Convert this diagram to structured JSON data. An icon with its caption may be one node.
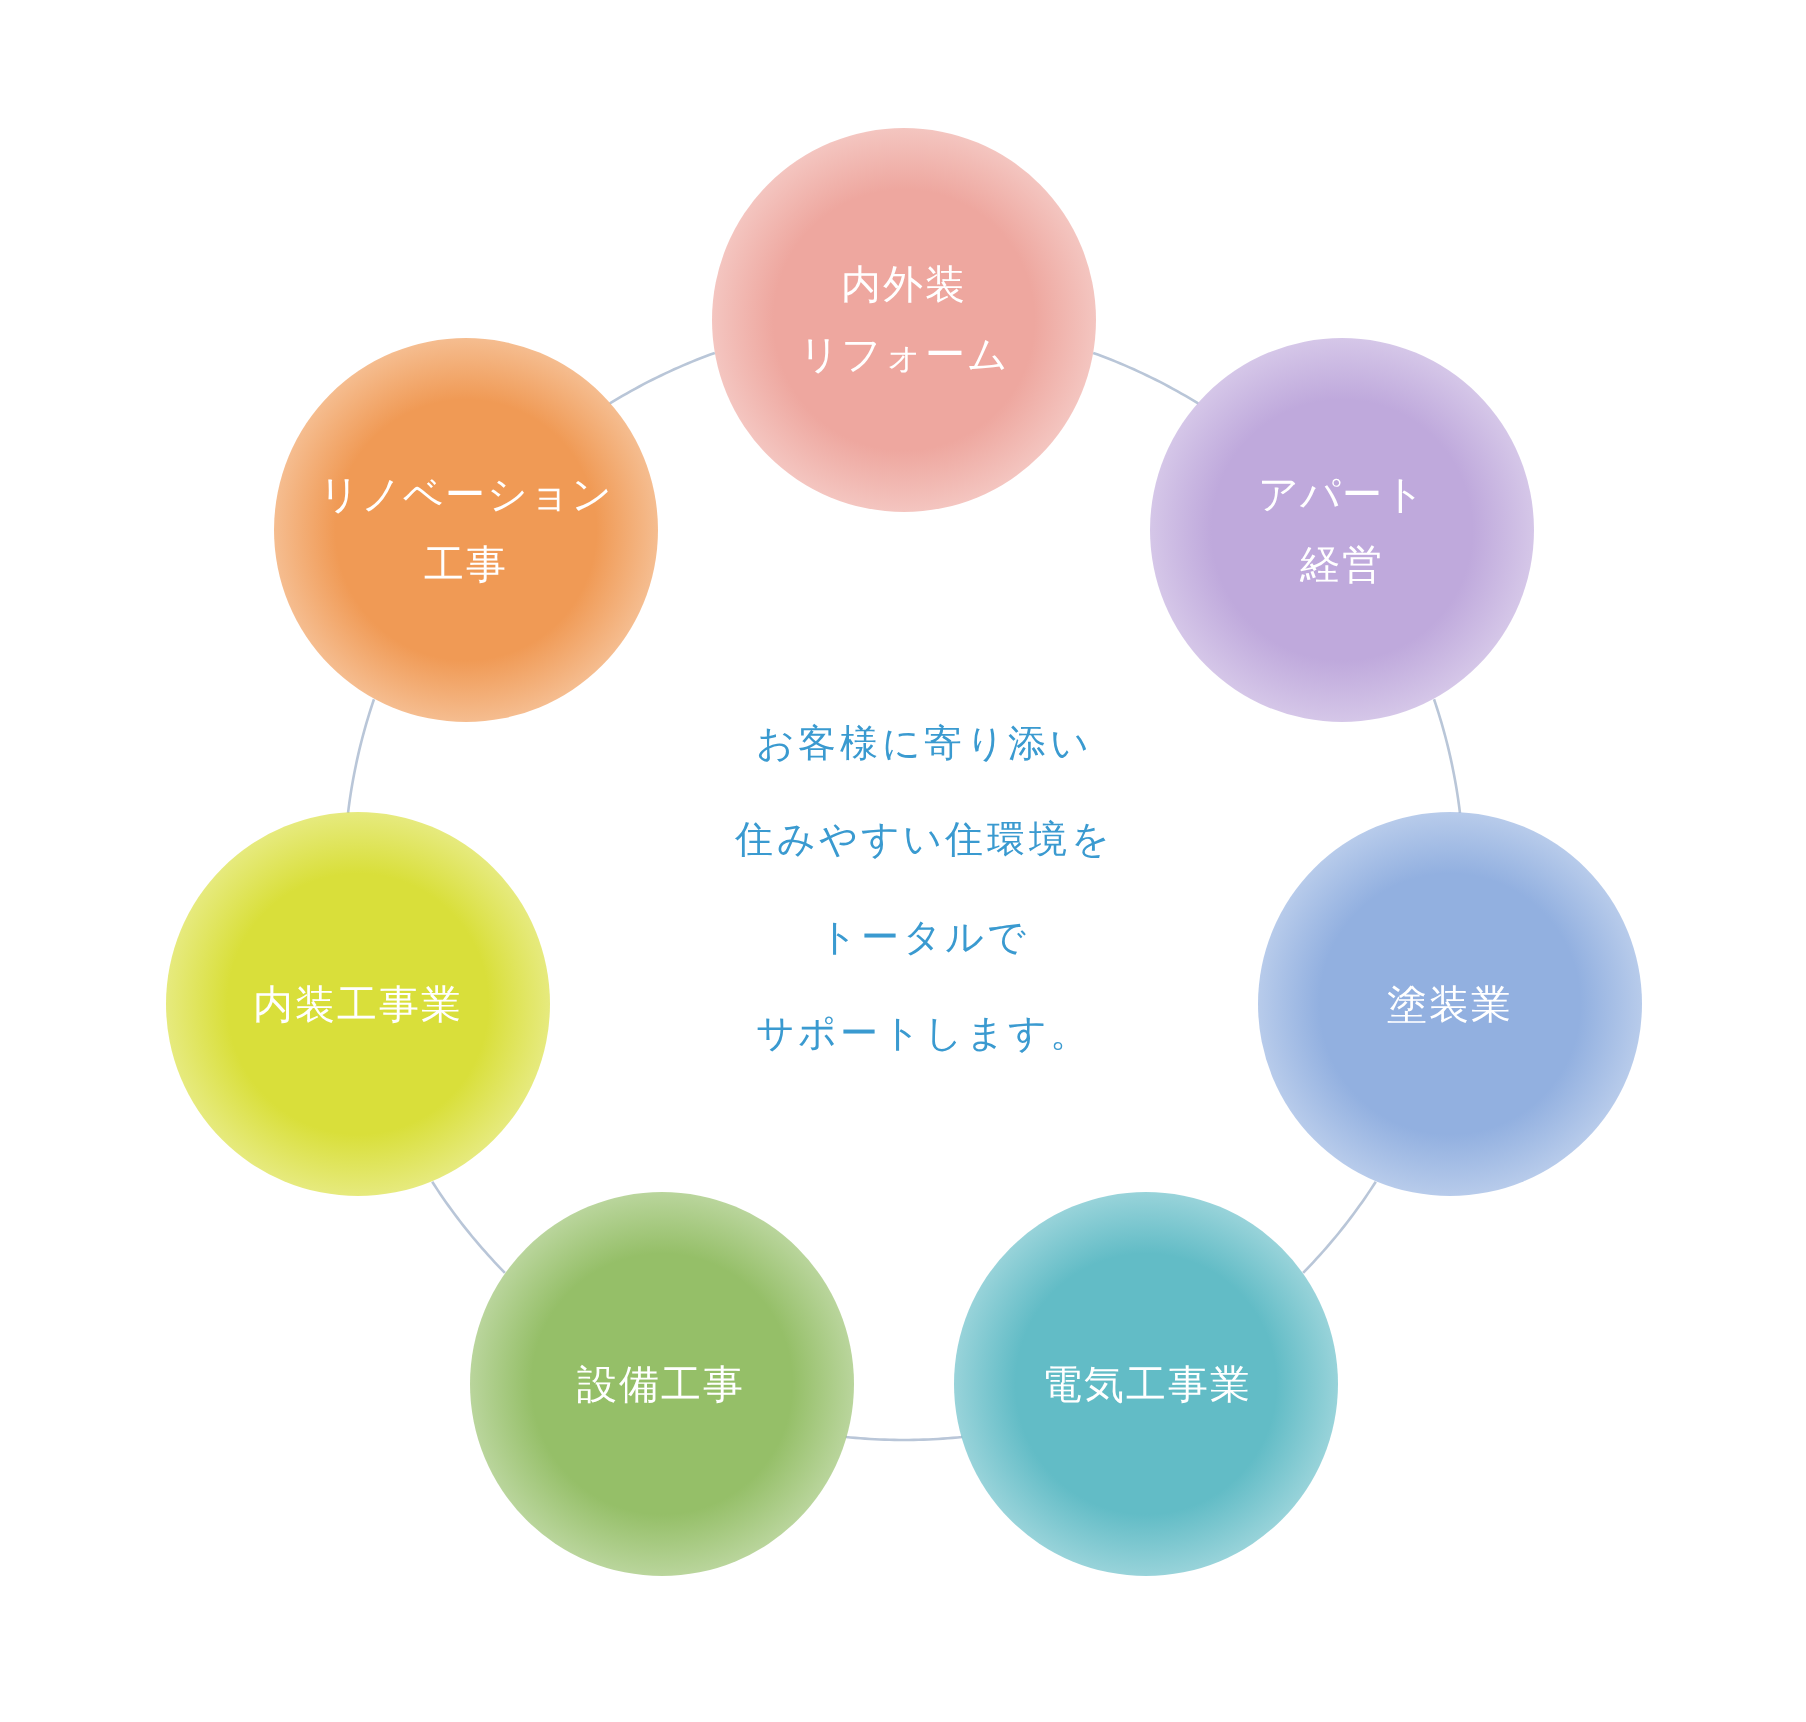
{
  "diagram": {
    "nodes": [
      {
        "text": [
          "内外装リフォーム"
        ]
      },
      {
        "text": [
          "アパート経営"
        ]
      },
      {
        "text": [
          "塗装業"
        ]
      },
      {
        "text": [
          "電気工事業"
        ]
      },
      {
        "text": [
          "設備工事"
        ]
      },
      {
        "text": [
          "内装工事業"
        ]
      },
      {
        "text": [
          "リノベーション工事"
        ]
      }
    ],
    "edges": [
      {
        "from": 0,
        "to": 1,
        "arrow": "none"
      },
      {
        "from": 1,
        "to": 2,
        "arrow": "none"
      },
      {
        "from": 2,
        "to": 3,
        "arrow": "none"
      },
      {
        "from": 3,
        "to": 4,
        "arrow": "none"
      },
      {
        "from": 4,
        "to": 5,
        "arrow": "none"
      },
      {
        "from": 5,
        "to": 6,
        "arrow": "none"
      },
      {
        "from": 6,
        "to": 0,
        "arrow": "none"
      }
    ],
    "labels": [
      "お客様に寄り添い住みやすい住環境をトータルでサポートします。"
    ]
  }
}
